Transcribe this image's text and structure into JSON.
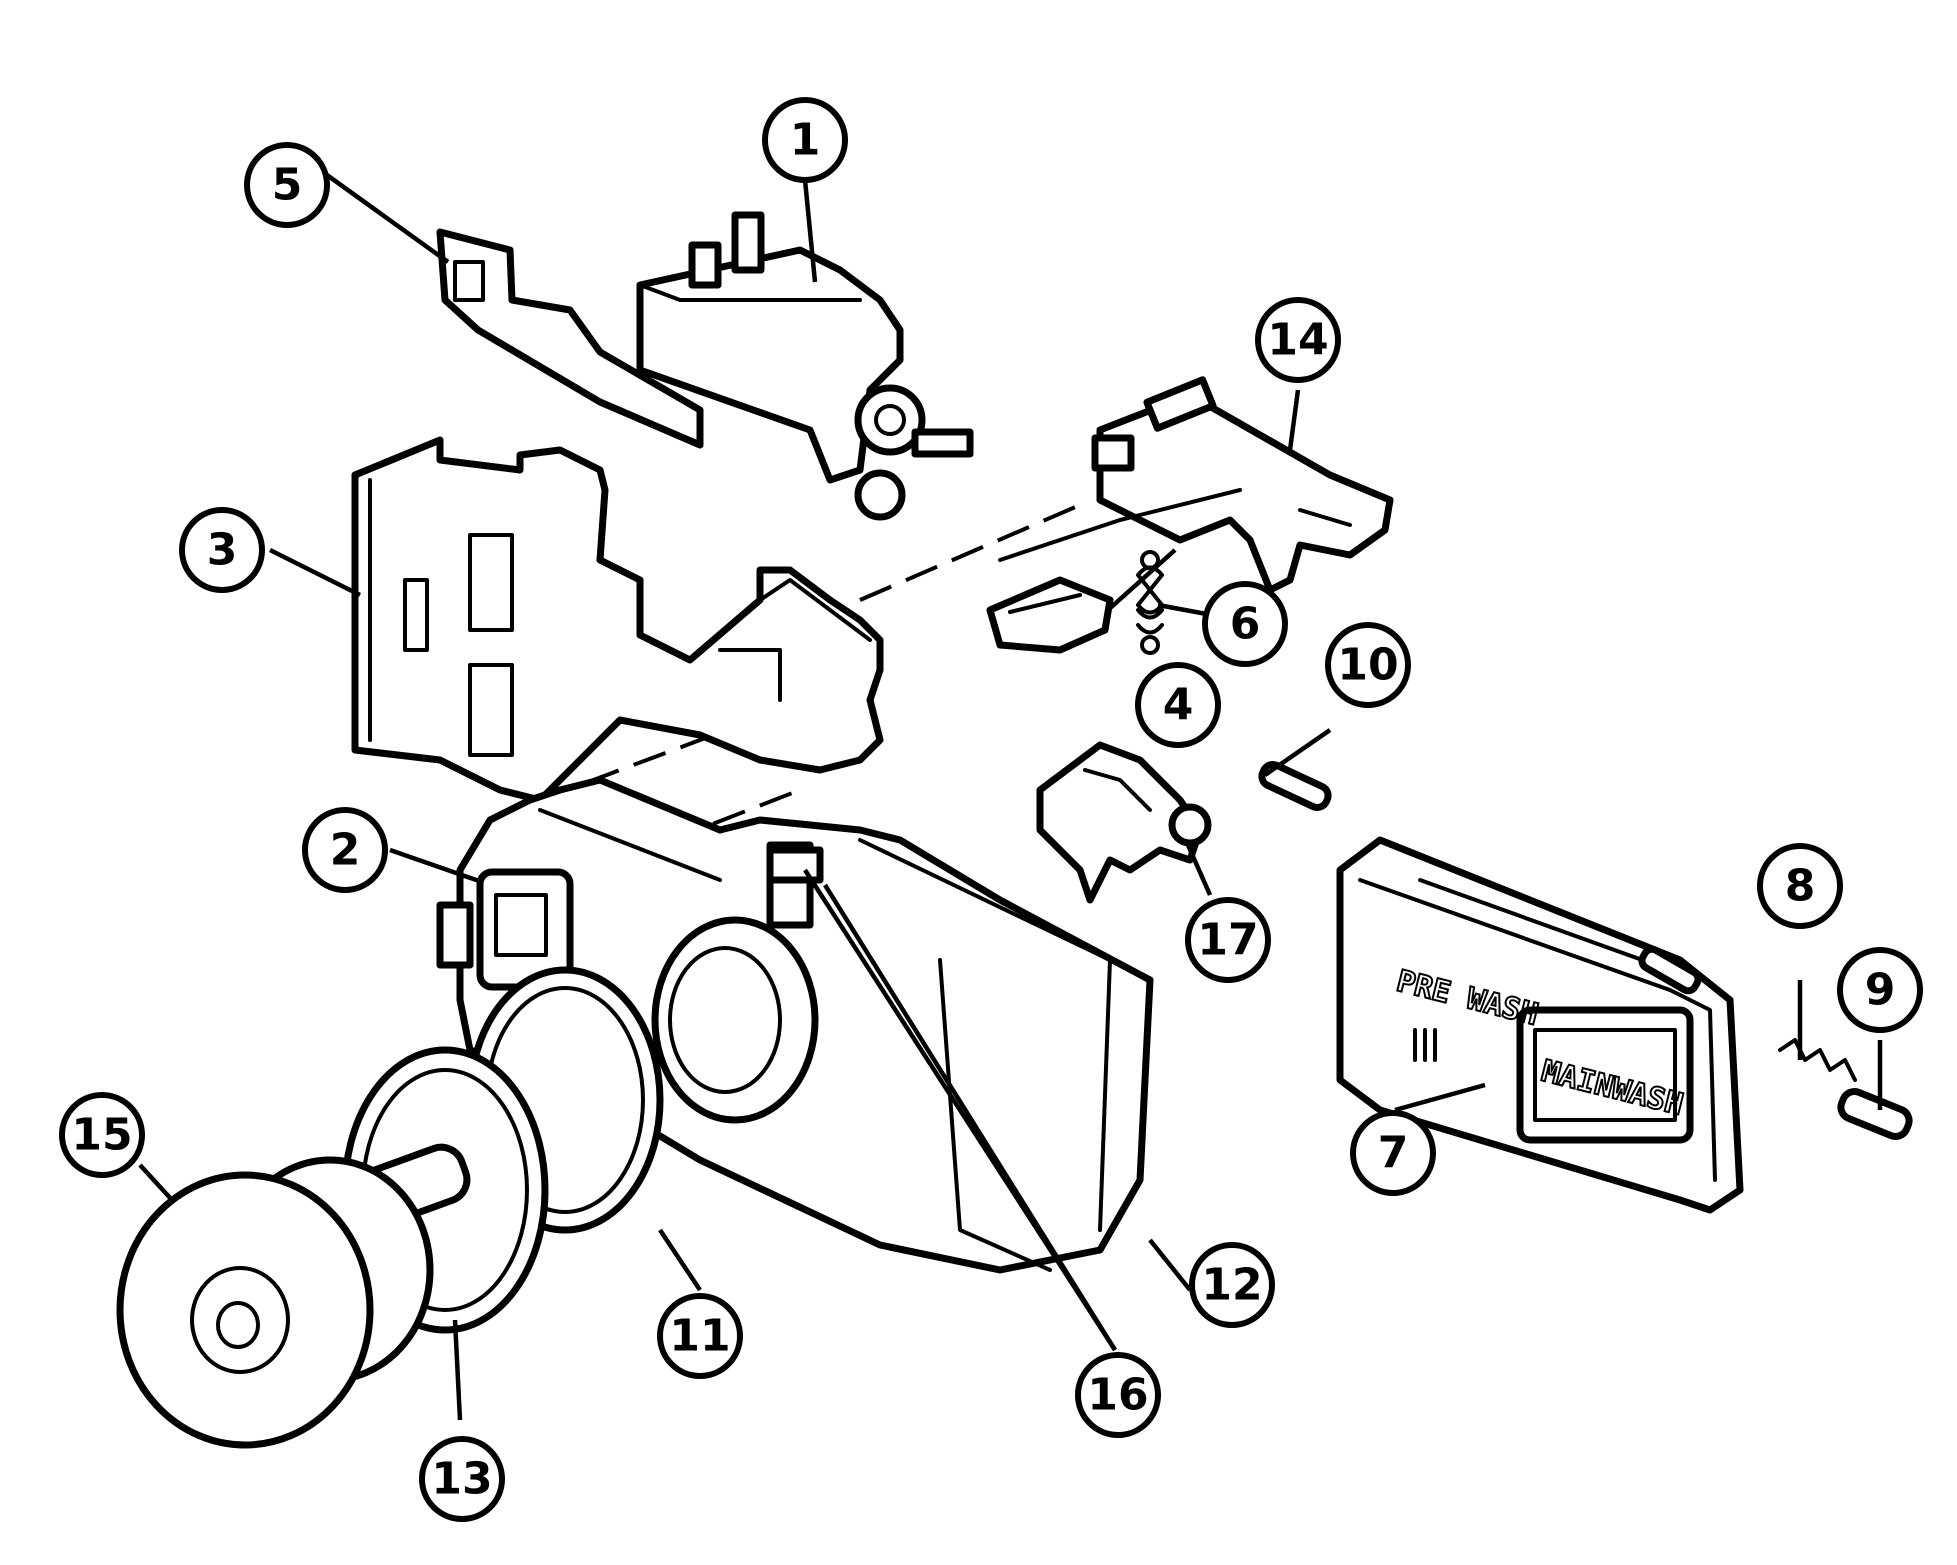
{
  "callouts": [
    {
      "id": "1",
      "label": "1"
    },
    {
      "id": "2",
      "label": "2"
    },
    {
      "id": "3",
      "label": "3"
    },
    {
      "id": "4",
      "label": "4"
    },
    {
      "id": "5",
      "label": "5"
    },
    {
      "id": "6",
      "label": "6"
    },
    {
      "id": "7",
      "label": "7"
    },
    {
      "id": "8",
      "label": "8"
    },
    {
      "id": "9",
      "label": "9"
    },
    {
      "id": "10",
      "label": "10"
    },
    {
      "id": "11",
      "label": "11"
    },
    {
      "id": "12",
      "label": "12"
    },
    {
      "id": "13",
      "label": "13"
    },
    {
      "id": "14",
      "label": "14"
    },
    {
      "id": "15",
      "label": "15"
    },
    {
      "id": "16",
      "label": "16"
    },
    {
      "id": "17",
      "label": "17"
    }
  ],
  "embossed_text": {
    "prewash": "PRE WASH",
    "mainwash": "MAINWASH"
  },
  "colors": {
    "line": "#000000",
    "background": "#ffffff"
  }
}
